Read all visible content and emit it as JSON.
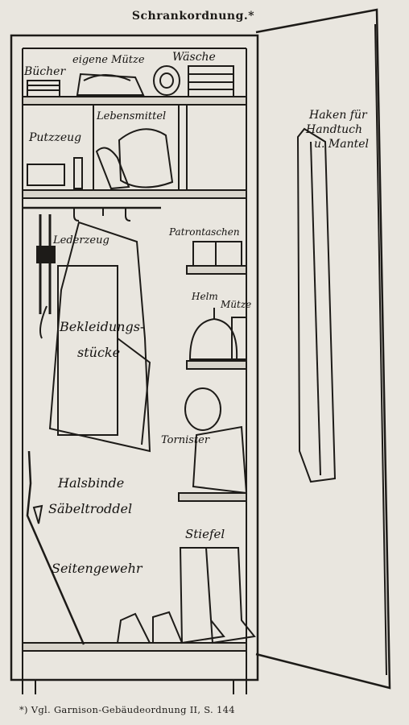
{
  "title": "Schrankordnung.*",
  "labels": {
    "buecher": "Bücher",
    "muetze_top": "eigene Mütze",
    "waesche": "Wäsche",
    "lebensmittel": "Lebensmittel",
    "putzzeug": "Putzzeug",
    "lederzeug": "Lederzeug",
    "bekleidung_1": "Bekleidungs-",
    "bekleidung_2": "stücke",
    "patronentaschen": "Patrontaschen",
    "helm": "Helm",
    "muetze": "Mütze",
    "tornister": "Tornister",
    "halsbinde": "Halsbinde",
    "saebeltroddel": "Säbeltroddel",
    "seitengewehr": "Seitengewehr",
    "stiefel": "Stiefel",
    "haken_1": "Haken für",
    "haken_2": "Handtuch",
    "haken_3": "u. Mantel"
  },
  "footnote": "*) Vgl. Garnison-Gebäudeordnung II, S. 144"
}
